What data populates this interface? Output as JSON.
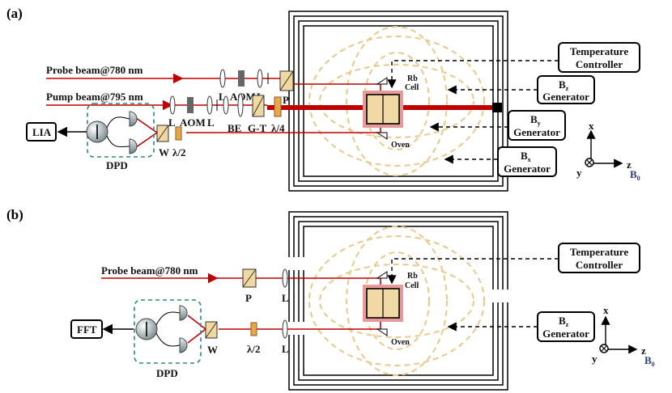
{
  "panels": [
    {
      "id": "a",
      "label": "(a)",
      "beams": {
        "probe": "Probe beam@780 nm",
        "pump": "Pump beam@795 nm"
      },
      "optics": {
        "lens_top_1": "L",
        "aom_top": "AOM",
        "lens_top_2": "L",
        "lens_bot_1": "L",
        "aom_bot": "AOM",
        "lens_bot_2": "L",
        "polarizer": "P",
        "be": "BE",
        "gt": "G-T",
        "qwp": "λ/4",
        "hwp": "λ/2",
        "wollaston": "W",
        "dpd": "DPD",
        "output": "LIA"
      },
      "cell": {
        "line1": "Rb",
        "line2": "Cell",
        "oven": "Oven"
      },
      "controllers": {
        "temp_line1": "Temperature",
        "temp_line2": "Controller",
        "bz_main": "B",
        "bz_sub": "z",
        "bz_line2": "Generator",
        "by_main": "B",
        "by_sub": "y",
        "by_line2": "Generator",
        "bx_main": "B",
        "bx_sub": "x",
        "bx_line2": "Generator"
      },
      "axes": {
        "x": "x",
        "y": "y",
        "z": "z",
        "b0": "B",
        "b0_sub": "0"
      }
    },
    {
      "id": "b",
      "label": "(b)",
      "beams": {
        "probe": "Probe beam@780 nm"
      },
      "optics": {
        "polarizer": "P",
        "lens_1": "L",
        "hwp": "λ/2",
        "lens_2": "L",
        "wollaston": "W",
        "dpd": "DPD",
        "output": "FFT"
      },
      "cell": {
        "line1": "Rb",
        "line2": "Cell",
        "oven": "Oven"
      },
      "controllers": {
        "temp_line1": "Temperature",
        "temp_line2": "Controller",
        "bz_main": "B",
        "bz_sub": "z",
        "bz_line2": "Generator"
      },
      "axes": {
        "x": "x",
        "y": "y",
        "z": "z",
        "b0": "B",
        "b0_sub": "0"
      }
    }
  ],
  "colors": {
    "beam": "#c00000",
    "coil": "#e8c98a",
    "dpd_border": "#2a8a7a",
    "cell_fill": "#f1d9a6",
    "cell_border": "#e79a9a",
    "b0": "#2c3e7a"
  }
}
